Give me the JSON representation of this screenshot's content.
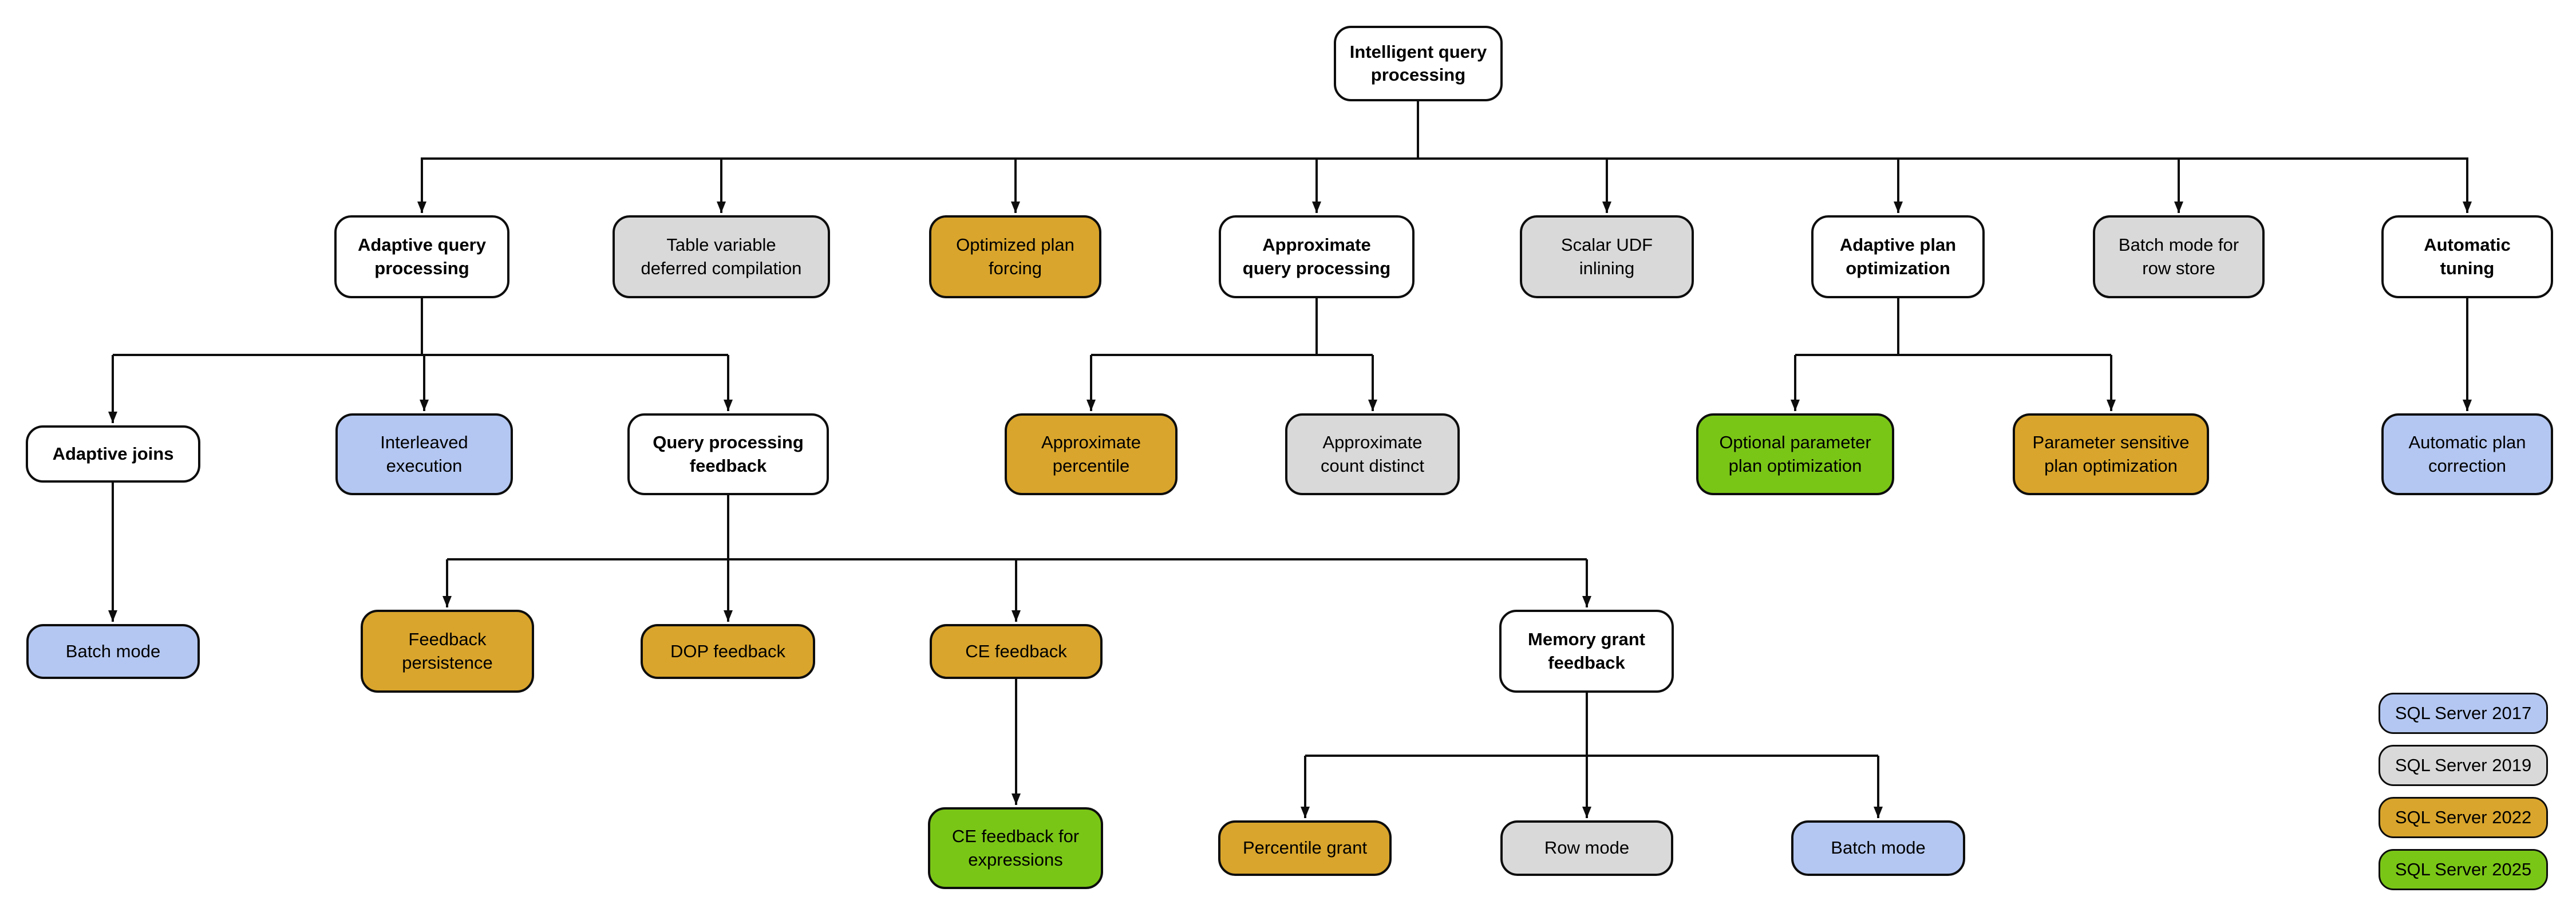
{
  "palette": {
    "background": "#ffffff",
    "white": "#ffffff",
    "gray": "#d9d9d9",
    "gold": "#d9a52c",
    "blue": "#b4c7f2",
    "green": "#7ac617",
    "border": "#0d0d0d",
    "line": "#0d0d0d"
  },
  "nodes": [
    {
      "id": "intelligent-query-processing",
      "label": "Intelligent query\nprocessing",
      "color": "white"
    },
    {
      "id": "adaptive-query-processing",
      "label": "Adaptive query\nprocessing",
      "color": "white"
    },
    {
      "id": "table-variable-deferred-compilation",
      "label": "Table variable\ndeferred compilation",
      "color": "gray"
    },
    {
      "id": "optimized-plan-forcing",
      "label": "Optimized plan\nforcing",
      "color": "gold"
    },
    {
      "id": "approximate-query-processing",
      "label": "Approximate\nquery processing",
      "color": "white"
    },
    {
      "id": "scalar-udf-inlining",
      "label": "Scalar UDF\ninlining",
      "color": "gray"
    },
    {
      "id": "adaptive-plan-optimization",
      "label": "Adaptive plan\noptimization",
      "color": "white"
    },
    {
      "id": "batch-mode-for-row-store",
      "label": "Batch mode for\nrow store",
      "color": "gray"
    },
    {
      "id": "automatic-tuning",
      "label": "Automatic\ntuning",
      "color": "white"
    },
    {
      "id": "adaptive-joins",
      "label": "Adaptive joins",
      "color": "white"
    },
    {
      "id": "interleaved-execution",
      "label": "Interleaved\nexecution",
      "color": "blue"
    },
    {
      "id": "query-processing-feedback",
      "label": "Query processing\nfeedback",
      "color": "white"
    },
    {
      "id": "approximate-percentile",
      "label": "Approximate\npercentile",
      "color": "gold"
    },
    {
      "id": "approximate-count-distinct",
      "label": "Approximate\ncount distinct",
      "color": "gray"
    },
    {
      "id": "optional-parameter-plan-optimization",
      "label": "Optional parameter\nplan optimization",
      "color": "green"
    },
    {
      "id": "parameter-sensitive-plan-optimization",
      "label": "Parameter sensitive\nplan optimization",
      "color": "gold"
    },
    {
      "id": "automatic-plan-correction",
      "label": "Automatic plan\ncorrection",
      "color": "blue"
    },
    {
      "id": "batch-mode-adaptive-joins",
      "label": "Batch mode",
      "color": "blue"
    },
    {
      "id": "feedback-persistence",
      "label": "Feedback\npersistence",
      "color": "gold"
    },
    {
      "id": "dop-feedback",
      "label": "DOP feedback",
      "color": "gold"
    },
    {
      "id": "ce-feedback",
      "label": "CE feedback",
      "color": "gold"
    },
    {
      "id": "memory-grant-feedback",
      "label": "Memory grant\nfeedback",
      "color": "white"
    },
    {
      "id": "ce-feedback-for-expressions",
      "label": "CE feedback for\nexpressions",
      "color": "green"
    },
    {
      "id": "percentile-grant",
      "label": "Percentile grant",
      "color": "gold"
    },
    {
      "id": "row-mode",
      "label": "Row mode",
      "color": "gray"
    },
    {
      "id": "batch-mode-memory-grant",
      "label": "Batch mode",
      "color": "blue"
    }
  ],
  "legend": {
    "items": [
      {
        "label": "SQL Server 2017",
        "color": "blue"
      },
      {
        "label": "SQL Server 2019",
        "color": "gray"
      },
      {
        "label": "SQL Server 2022",
        "color": "gold"
      },
      {
        "label": "SQL Server 2025",
        "color": "green"
      }
    ]
  }
}
